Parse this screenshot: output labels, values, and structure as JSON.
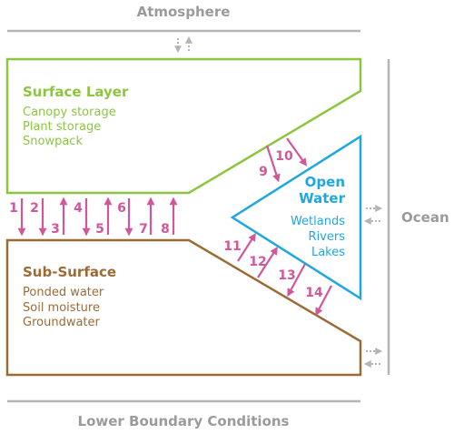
{
  "boundaries": {
    "atmosphere": "Atmosphere",
    "lower": "Lower Boundary Conditions",
    "ocean": "Ocean"
  },
  "surface_layer": {
    "title": "Surface Layer",
    "items": [
      "Canopy storage",
      "Plant storage",
      "Snowpack"
    ]
  },
  "sub_surface": {
    "title": "Sub-Surface",
    "items": [
      "Ponded water",
      "Soil moisture",
      "Groundwater"
    ]
  },
  "open_water": {
    "title_line1": "Open",
    "title_line2": "Water",
    "items": [
      "Wetlands",
      "Rivers",
      "Lakes"
    ]
  },
  "fluxes": [
    "1",
    "2",
    "3",
    "4",
    "5",
    "6",
    "7",
    "8",
    "9",
    "10",
    "11",
    "12",
    "13",
    "14"
  ],
  "colors": {
    "surface": "#8cc63f",
    "subsurface": "#9c6b35",
    "openwater": "#1ea7e1",
    "flux": "#d1579b",
    "boundary": "#9b9b9b"
  }
}
